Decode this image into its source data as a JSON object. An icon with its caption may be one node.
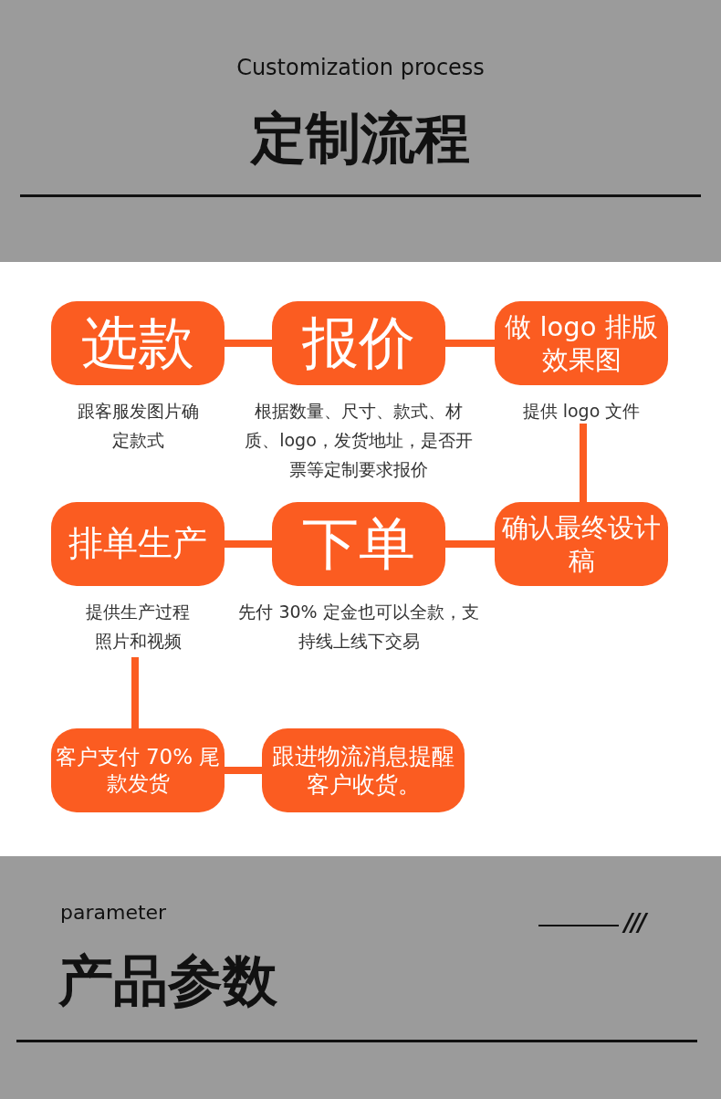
{
  "diagram": {
    "title": "定制流程",
    "nodes": [
      {
        "text": [
          "选款"
        ],
        "beside": [
          "跟客服发图片确定款式"
        ]
      },
      {
        "text": [
          "报价"
        ],
        "beside": [
          "根据数量、尺寸、款式、材质、logo，发货地址，是否开票等定制要求报价"
        ]
      },
      {
        "text": [
          "做 logo 排版效果图"
        ],
        "beside": [
          "提供 logo 文件"
        ]
      },
      {
        "text": [
          "确认最终设计稿"
        ]
      },
      {
        "text": [
          "下单"
        ],
        "beside": [
          "先付 30% 定金也可以全款，支持线上线下交易"
        ]
      },
      {
        "text": [
          "排单生产"
        ],
        "beside": [
          "提供生产过程照片和视频"
        ]
      },
      {
        "text": [
          "客户支付 70% 尾款发货"
        ]
      },
      {
        "text": [
          "跟进物流消息提醒客户收货。"
        ]
      }
    ],
    "edges": [
      {
        "from": 0,
        "to": 1,
        "arrow": "none"
      },
      {
        "from": 1,
        "to": 2,
        "arrow": "none"
      },
      {
        "from": 2,
        "to": 3,
        "arrow": "none"
      },
      {
        "from": 3,
        "to": 4,
        "arrow": "none"
      },
      {
        "from": 4,
        "to": 5,
        "arrow": "none"
      },
      {
        "from": 5,
        "to": 6,
        "arrow": "none"
      },
      {
        "from": 6,
        "to": 7,
        "arrow": "none"
      }
    ],
    "labels": [
      "Customization process",
      "parameter",
      "产品参数",
      "///"
    ]
  }
}
